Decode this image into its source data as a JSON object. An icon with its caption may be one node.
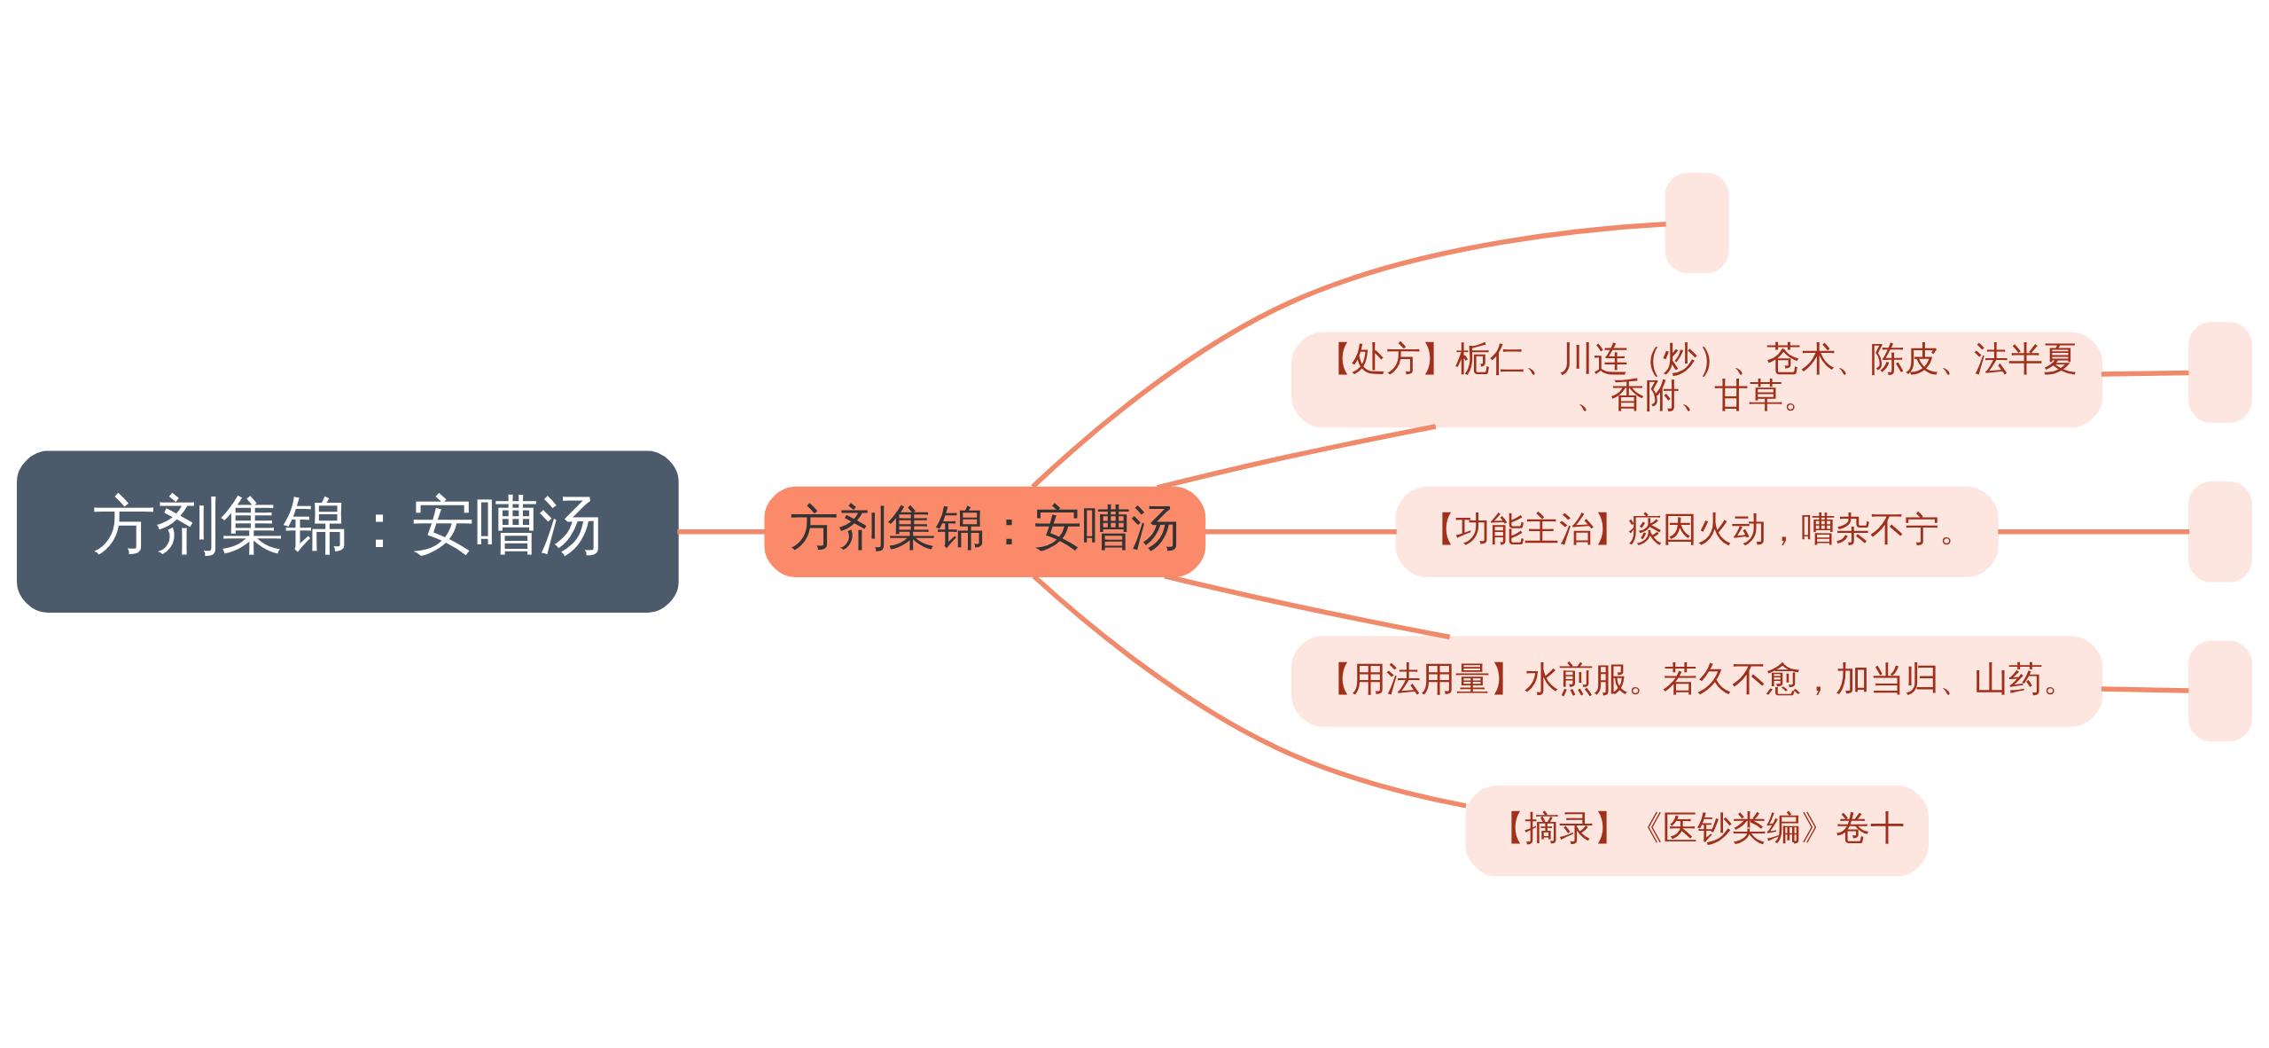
{
  "diagram": {
    "nodes": [
      {
        "text": [
          "方剂集锦：安嘈汤"
        ]
      },
      {
        "text": [
          "方剂集锦：安嘈汤"
        ]
      },
      {
        "text": [],
        "shape": "box"
      },
      {
        "text": [
          "【处方】栀仁、川连（炒）、苍术、陈皮、法半夏、香附、甘草。"
        ]
      },
      {
        "text": [],
        "shape": "box"
      },
      {
        "text": [
          "【功能主治】痰因火动，嘈杂不宁。"
        ]
      },
      {
        "text": [],
        "shape": "box"
      },
      {
        "text": [
          "【用法用量】水煎服。若久不愈，加当归、山药。"
        ]
      },
      {
        "text": [],
        "shape": "box"
      },
      {
        "text": [
          "【摘录】《医钞类编》卷十"
        ]
      }
    ],
    "edges": [
      {
        "from": 0,
        "to": 1,
        "arrow": "none"
      },
      {
        "from": 1,
        "to": 2,
        "arrow": "none"
      },
      {
        "from": 1,
        "to": 3,
        "arrow": "none"
      },
      {
        "from": 3,
        "to": 4,
        "arrow": "none"
      },
      {
        "from": 1,
        "to": 5,
        "arrow": "none"
      },
      {
        "from": 5,
        "to": 6,
        "arrow": "none"
      },
      {
        "from": 1,
        "to": 7,
        "arrow": "none"
      },
      {
        "from": 7,
        "to": 8,
        "arrow": "none"
      },
      {
        "from": 1,
        "to": 9,
        "arrow": "none"
      }
    ]
  }
}
